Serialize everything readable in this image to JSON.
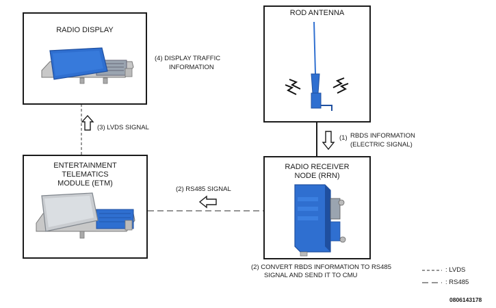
{
  "radio_display": {
    "title": "RADIO DISPLAY"
  },
  "rod_antenna": {
    "title": "ROD ANTENNA"
  },
  "etm": {
    "title_lines": [
      "ENTERTAINMENT",
      "TELEMATICS",
      "MODULE (ETM)"
    ]
  },
  "rrn": {
    "title_lines": [
      "RADIO RECEIVER",
      "NODE (RRN)"
    ]
  },
  "steps": {
    "step4_lines": [
      "(4) DISPLAY TRAFFIC",
      "INFORMATION"
    ],
    "step3": "(3) LVDS SIGNAL",
    "step2_signal": "(2) RS485 SIGNAL",
    "step1_num": "(1)",
    "step1_lines": [
      "RBDS INFORMATION",
      "(ELECTRIC SIGNAL)"
    ],
    "step2_convert_lines": [
      "(2) CONVERT RBDS INFORMATION TO RS485",
      "SIGNAL AND SEND IT TO CMU"
    ]
  },
  "legend": {
    "lvds": ": LVDS",
    "rs485": ": RS485"
  },
  "figure_id": "0806143178",
  "colors": {
    "module_blue": "#2f6fd0",
    "module_dark_blue": "#1f4f9f",
    "etm_screen": "#c9ccd0",
    "line": "#1a1a1a",
    "dashed": "#555555"
  }
}
